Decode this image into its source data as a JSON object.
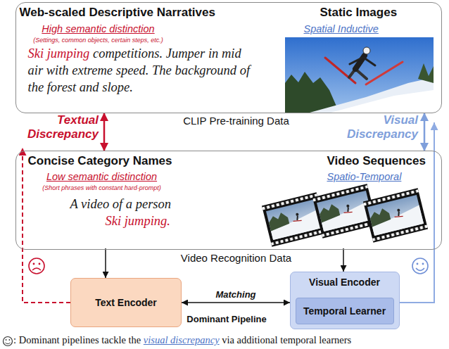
{
  "diagram": {
    "nodes": [
      {
        "text": [
          "CLIP Pre-training Data"
        ]
      },
      {
        "text": [
          "Web-scaled Descriptive Narratives",
          "High semantic distinction",
          "(Settings, common objects, certain steps, etc.)",
          "Ski jumping",
          "competitions. Jumper in mid air with extreme speed. The background of the forest and slope."
        ],
        "in": 0
      },
      {
        "text": [
          "Static Images",
          "Spatial Inductive"
        ],
        "in": 0
      },
      {
        "text": [
          "Video Recognition Data"
        ]
      },
      {
        "text": [
          "Concise Category Names",
          "Low semantic distinction",
          "(Short phrases with constant hard-prompt)",
          "A video of a person",
          "Ski jumping."
        ],
        "in": 3
      },
      {
        "text": [
          "Video Sequences",
          "Spatio-Temporal"
        ],
        "in": 3
      },
      {
        "text": [
          "Text Encoder"
        ]
      },
      {
        "text": [
          "Visual Encoder"
        ]
      },
      {
        "text": [
          "Temporal Learner"
        ],
        "in": 7
      }
    ],
    "edges": [
      {
        "from": 1,
        "to": 4,
        "arrow": "both",
        "label": "Textual Discrepancy"
      },
      {
        "from": 2,
        "to": 5,
        "arrow": "both",
        "label": "Visual Discrepancy"
      },
      {
        "from": 4,
        "to": 6,
        "arrow": "to"
      },
      {
        "from": 5,
        "to": 7,
        "arrow": "to"
      },
      {
        "from": 6,
        "to": 7,
        "arrow": "both",
        "label": "Matching"
      }
    ],
    "labels": [
      "Dominant Pipeline",
      ": Dominant pipelines tackle the",
      "visual discrepancy",
      "via additional temporal learners"
    ]
  }
}
